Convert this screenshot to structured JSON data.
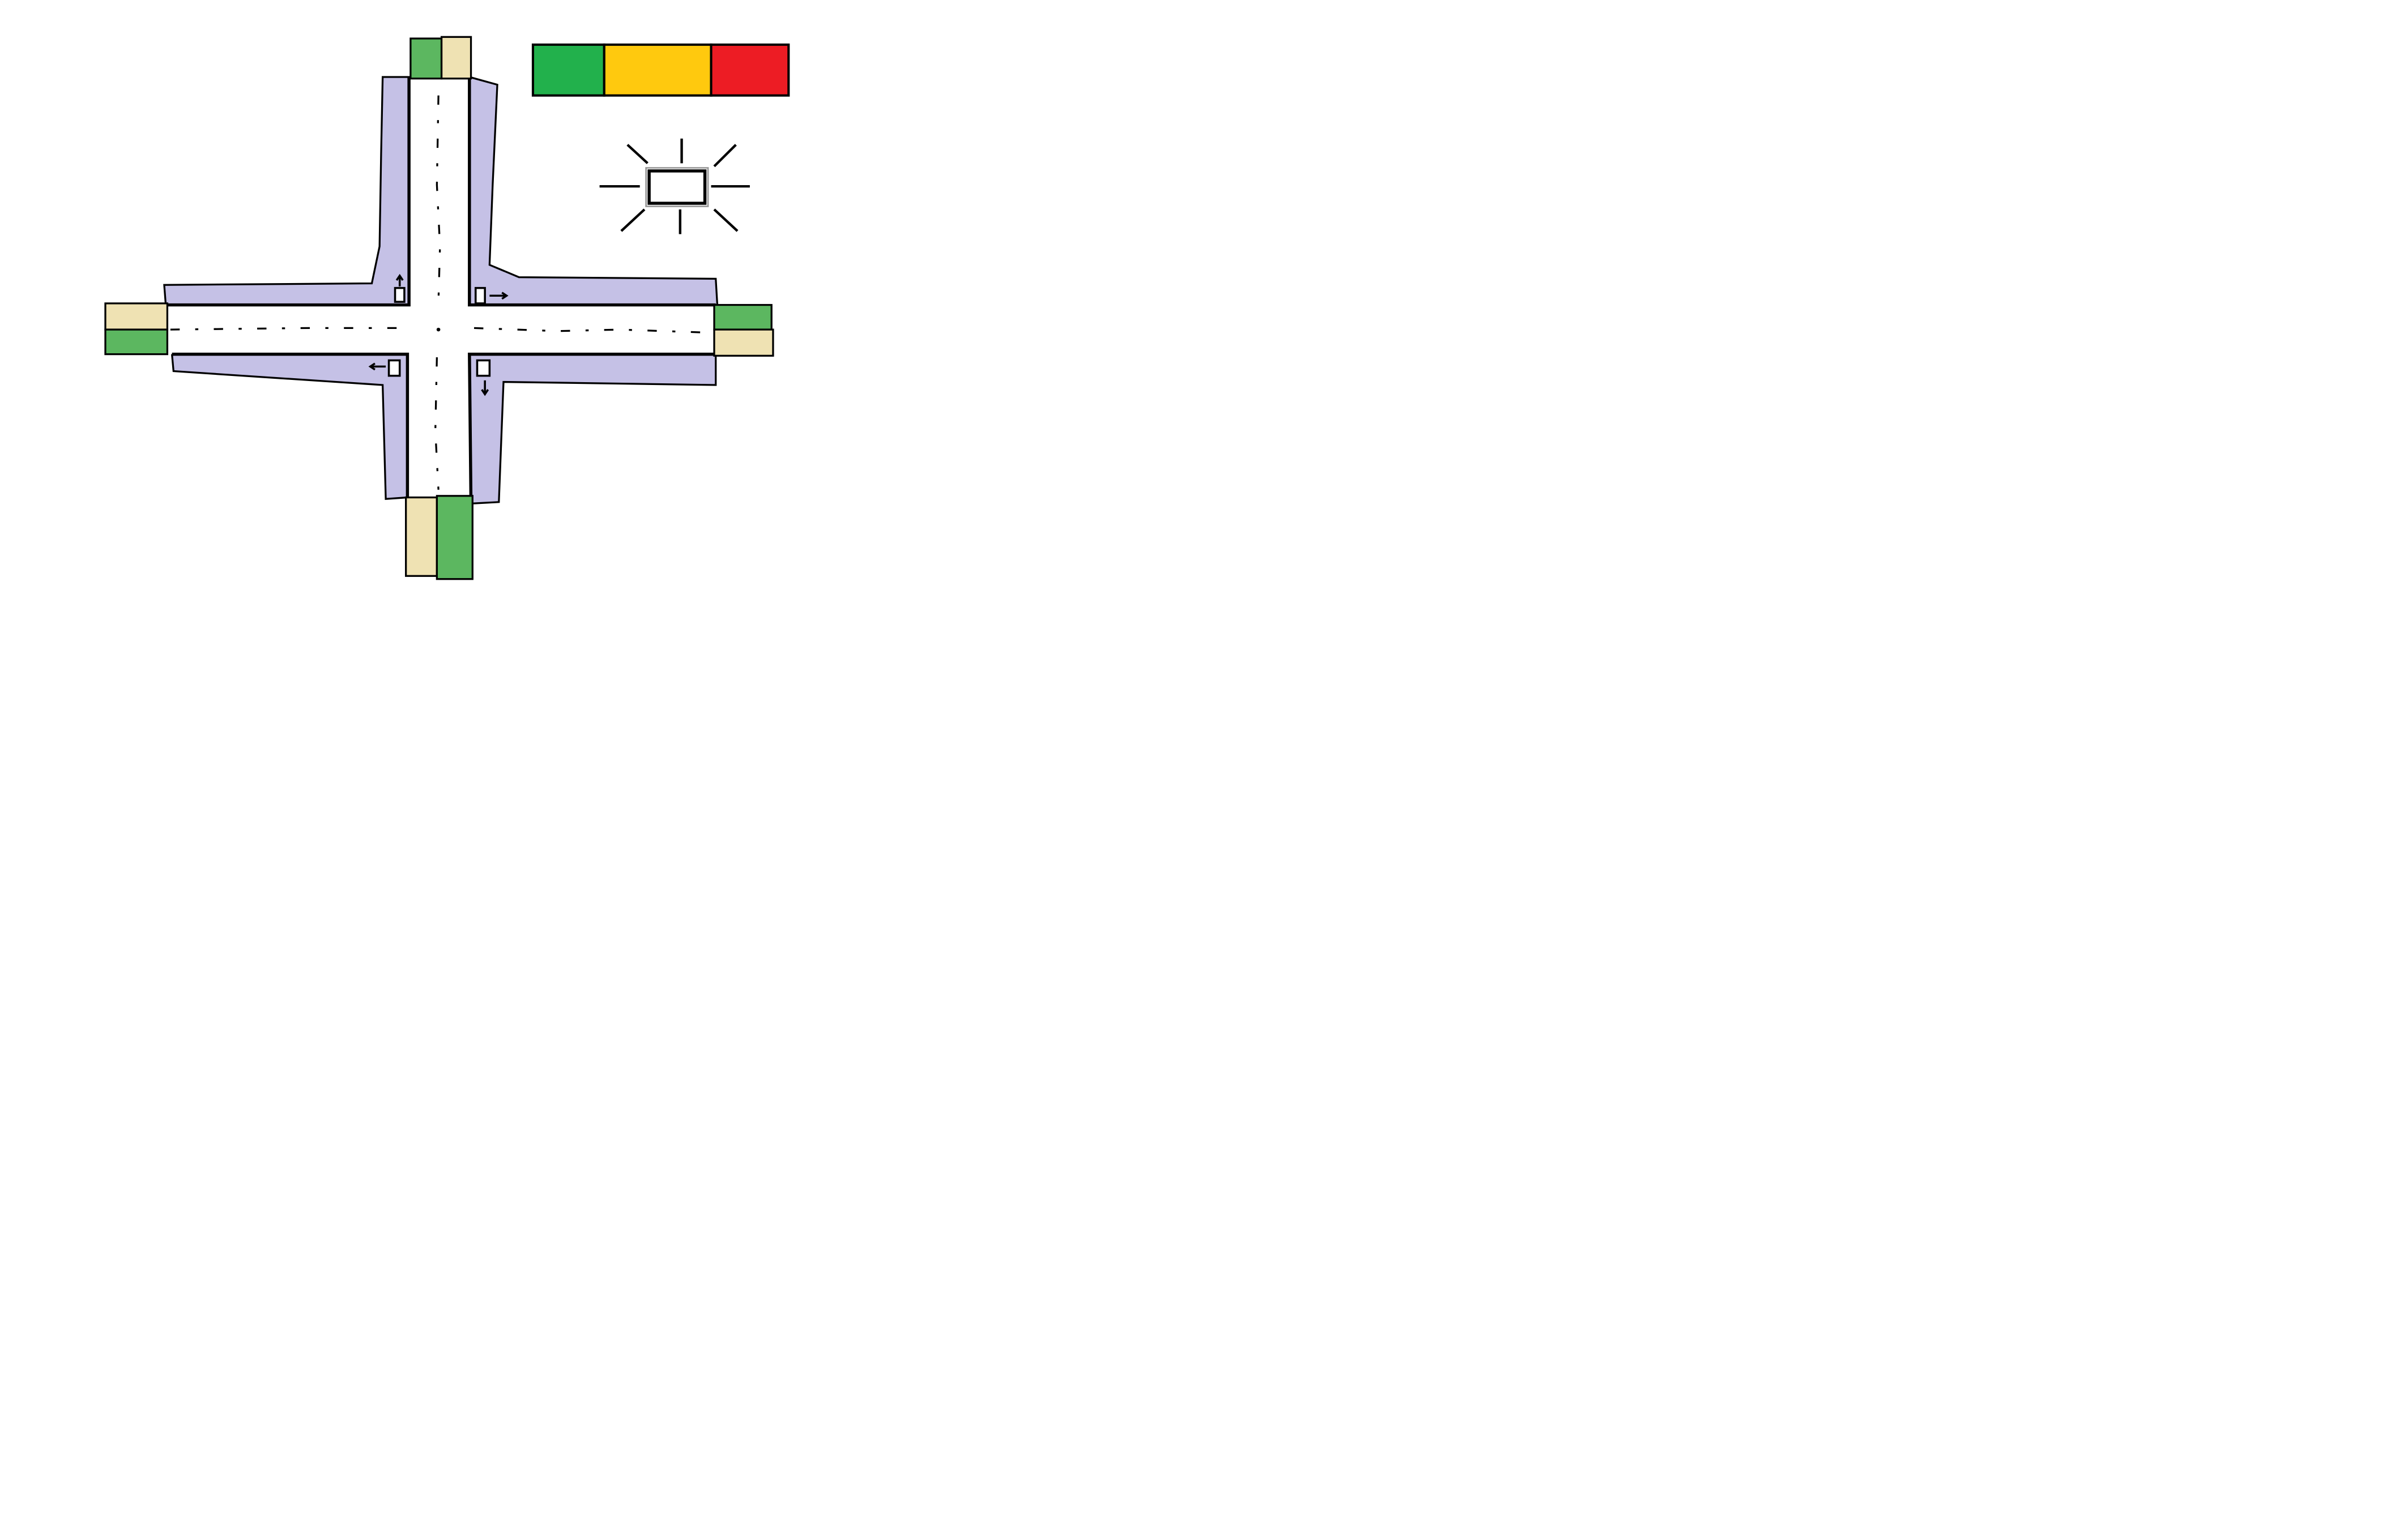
{
  "canvas": {
    "background": "#ffffff"
  },
  "colors": {
    "sidewalk": "#c5c1e6",
    "road": "#ffffff",
    "outline": "#000000",
    "zone_green": "#5cb760",
    "zone_beige": "#efe2b3",
    "light_green": "#22b14c",
    "light_yellow": "#ffc90e",
    "light_red": "#ed1c24"
  },
  "traffic_light_legend": {
    "states": [
      {
        "name": "green",
        "color": "#22b14c"
      },
      {
        "name": "yellow",
        "color": "#ffc90e"
      },
      {
        "name": "red",
        "color": "#ed1c24"
      }
    ]
  },
  "flash_icon": {
    "icon": "flashing-vehicle-icon"
  },
  "arms": [
    {
      "name": "north",
      "signal_arrow": "up-arrow-icon"
    },
    {
      "name": "east",
      "signal_arrow": "right-arrow-icon"
    },
    {
      "name": "south",
      "signal_arrow": "down-arrow-icon"
    },
    {
      "name": "west",
      "signal_arrow": "left-arrow-icon"
    }
  ],
  "end_zones": [
    {
      "arm": "north",
      "tiles": [
        "green",
        "beige"
      ]
    },
    {
      "arm": "east",
      "tiles": [
        "green",
        "beige"
      ]
    },
    {
      "arm": "south",
      "tiles": [
        "beige",
        "green"
      ]
    },
    {
      "arm": "west",
      "tiles": [
        "beige",
        "green"
      ]
    }
  ]
}
